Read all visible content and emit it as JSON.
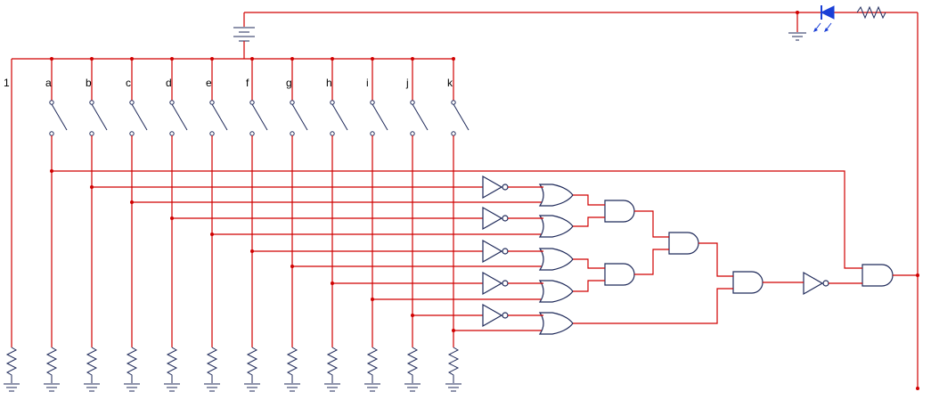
{
  "switch_labels": [
    "1",
    "a",
    "b",
    "c",
    "d",
    "e",
    "f",
    "g",
    "h",
    "i",
    "j",
    "k"
  ],
  "colors": {
    "wire": "#d00000",
    "component": "#1f2a5a",
    "led": "#1a3fd6"
  }
}
